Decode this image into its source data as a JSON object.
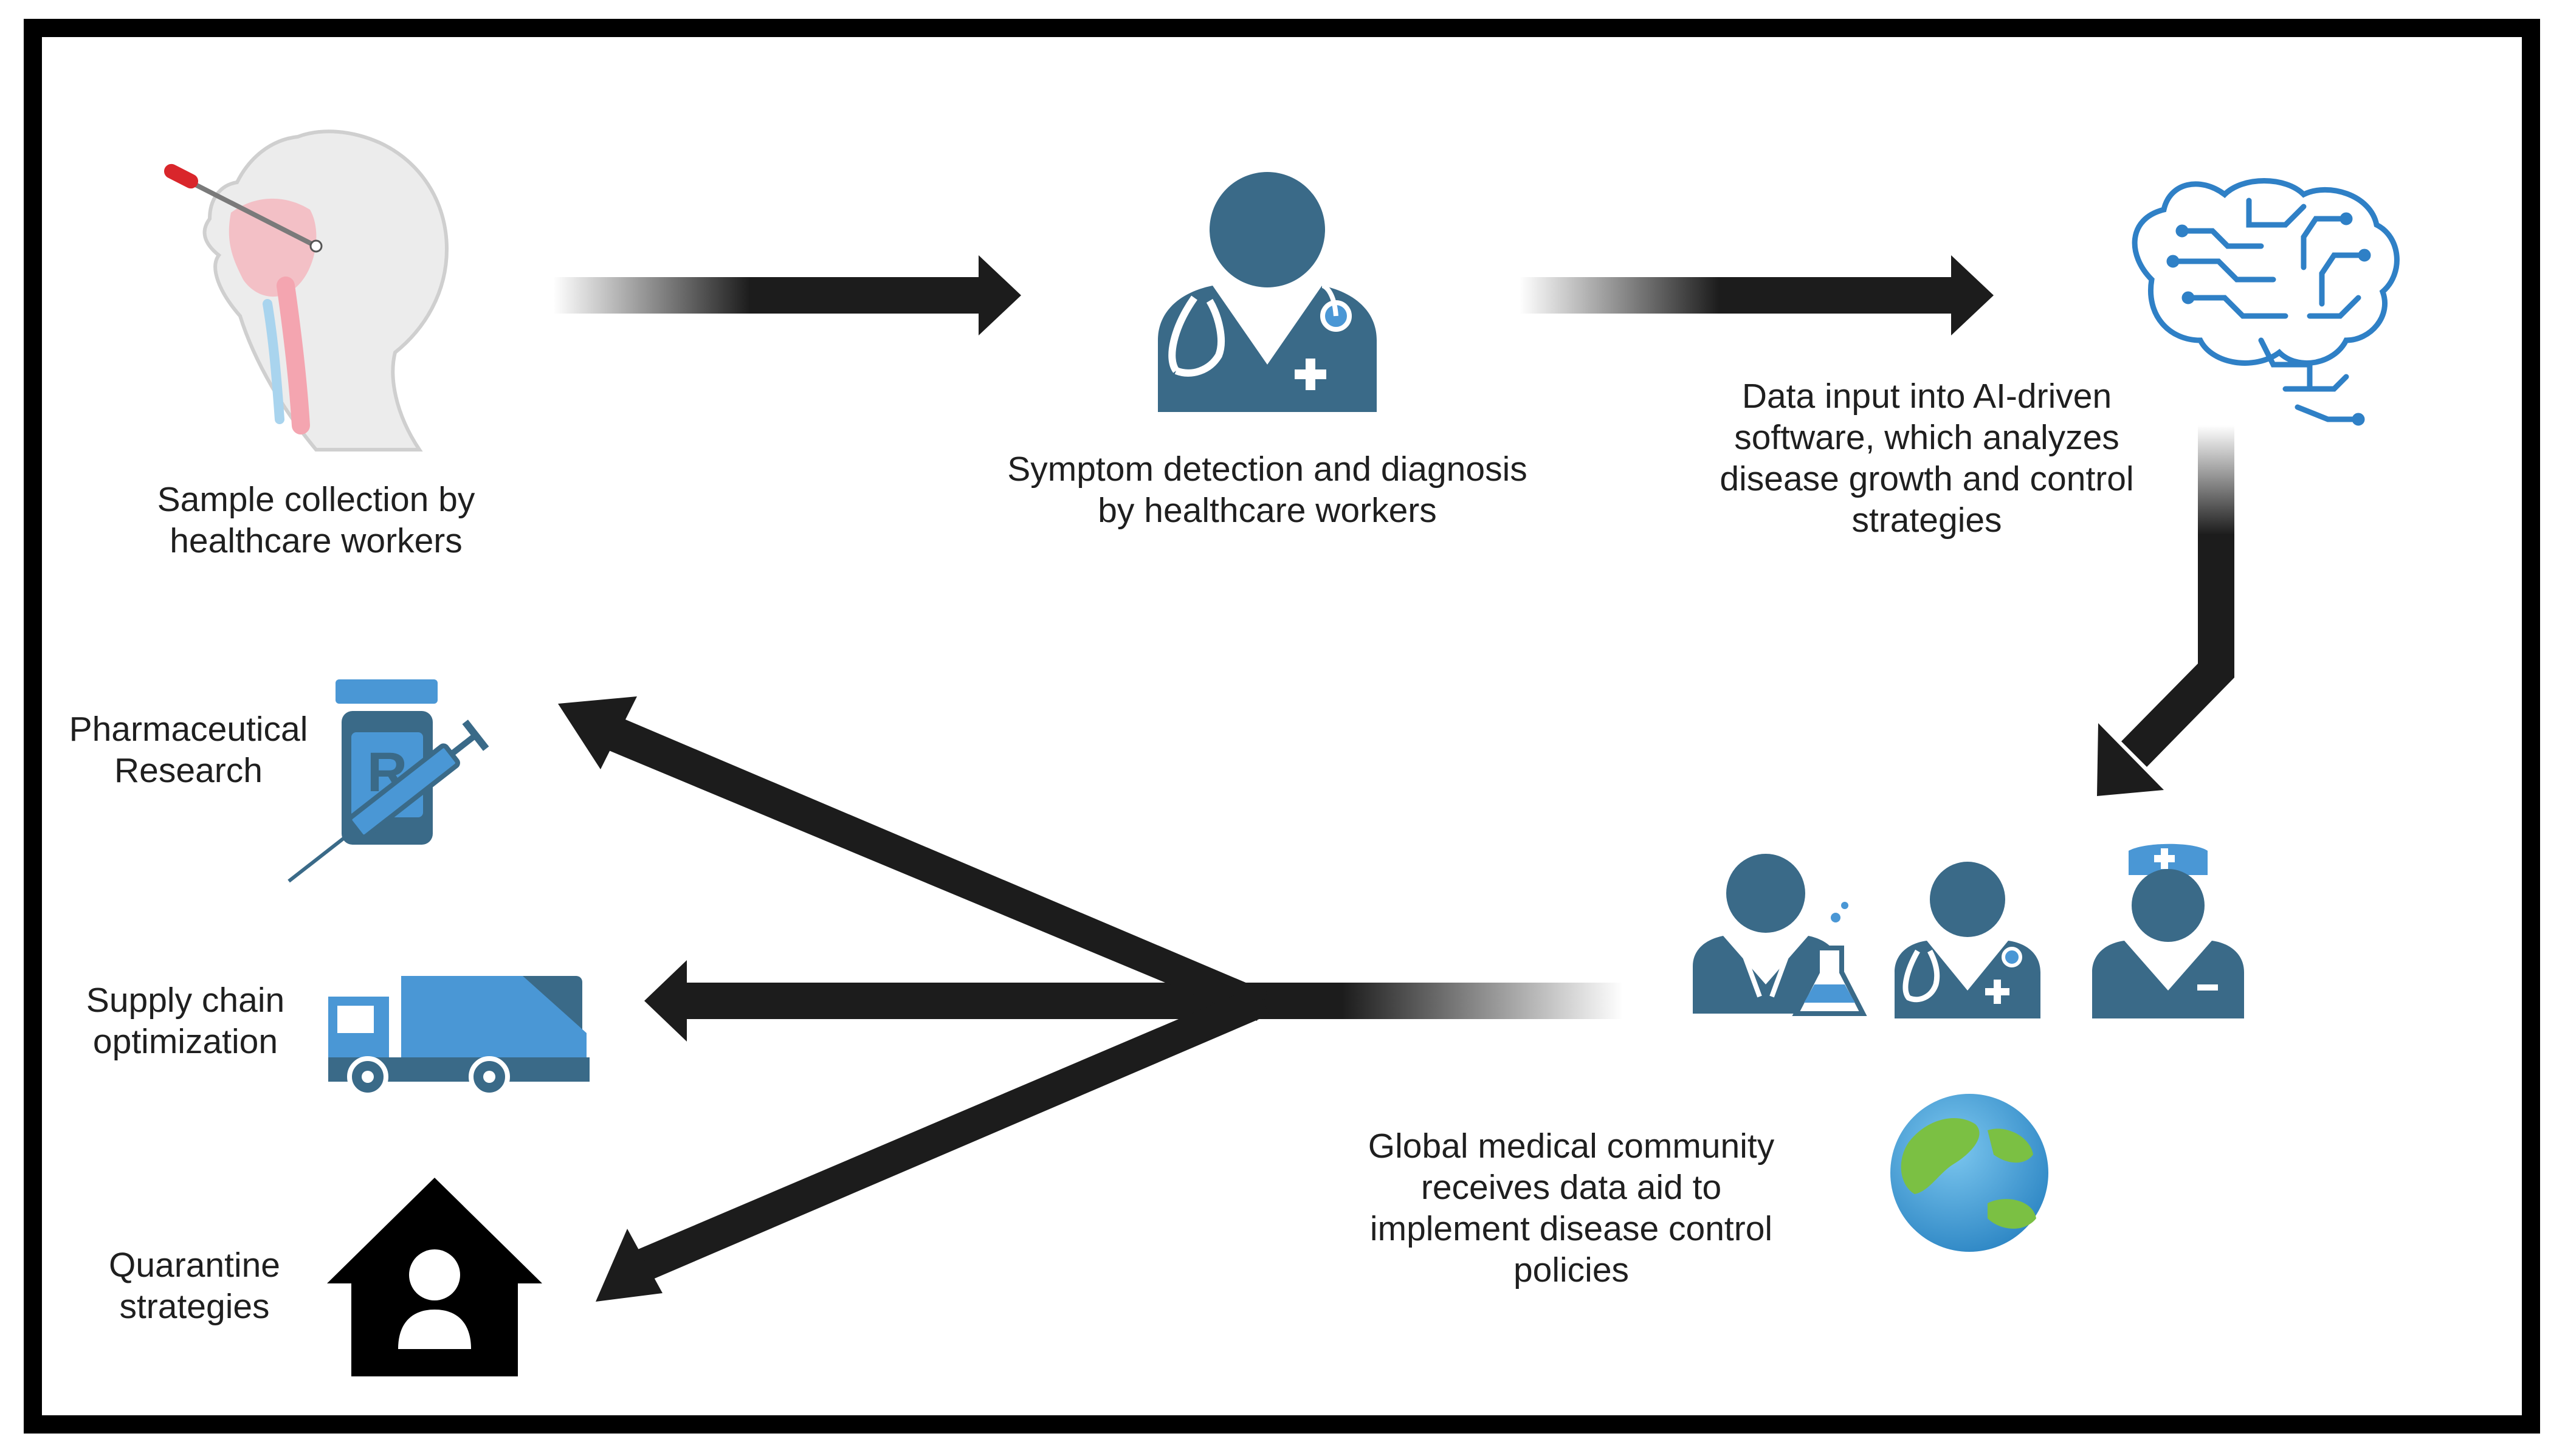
{
  "colors": {
    "frame": "#000000",
    "icon_primary": "#3a6a88",
    "icon_accent": "#4a97d5",
    "arrow": "#1c1c1c",
    "house": "#000000"
  },
  "nodes": {
    "sample_collection": {
      "icon": "nasal-swab-icon",
      "lines": [
        "Sample collection by",
        "healthcare workers"
      ]
    },
    "symptom_detection": {
      "icon": "doctor-icon",
      "lines": [
        "Symptom detection and diagnosis",
        "by healthcare workers"
      ]
    },
    "ai_analysis": {
      "icon": "ai-brain-icon",
      "lines": [
        "Data input into AI-driven",
        "software, which analyzes",
        "disease growth and control",
        "strategies"
      ]
    },
    "global_community": {
      "icons": [
        "scientist-icon",
        "doctor-icon",
        "nurse-icon",
        "globe-icon"
      ],
      "lines": [
        "Global medical community",
        "receives data aid to",
        "implement disease control",
        "policies"
      ]
    },
    "pharmaceutical": {
      "icon": "prescription-bottle-syringe-icon",
      "lines": [
        "Pharmaceutical",
        "Research"
      ]
    },
    "supply_chain": {
      "icon": "truck-icon",
      "lines": [
        "Supply chain",
        "optimization"
      ]
    },
    "quarantine": {
      "icon": "house-person-icon",
      "lines": [
        "Quarantine",
        "strategies"
      ]
    }
  }
}
